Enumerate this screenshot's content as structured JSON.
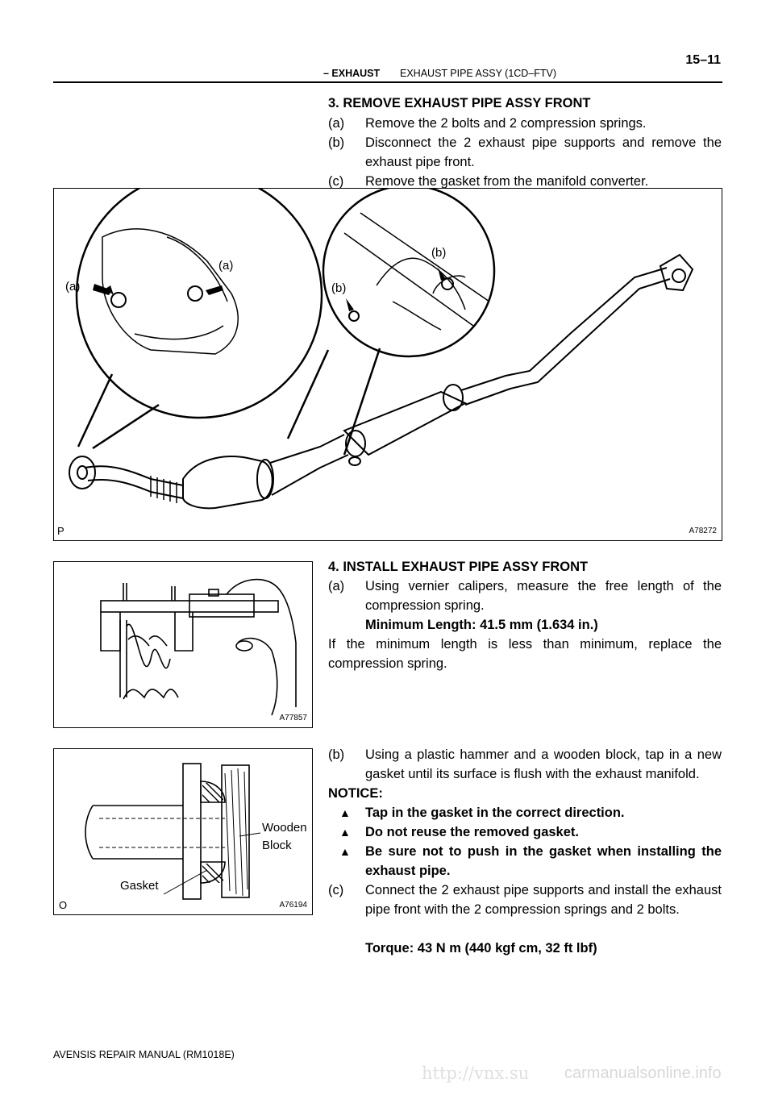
{
  "header": {
    "section": "– EXHAUST",
    "dash": "–",
    "subsection": "EXHAUST PIPE ASSY (1CD–FTV)",
    "page_number": "15–11"
  },
  "step3": {
    "title": "3.   REMOVE EXHAUST PIPE ASSY FRONT",
    "items": [
      {
        "label": "(a)",
        "text": "Remove the 2 bolts and 2 compression springs."
      },
      {
        "label": "(b)",
        "text": "Disconnect the 2 exhaust pipe supports and remove the exhaust pipe front."
      },
      {
        "label": "(c)",
        "text": "Remove the gasket from the manifold converter."
      }
    ]
  },
  "figure1": {
    "corner_mark": "P",
    "code": "A78272",
    "callouts": [
      "(a)",
      "(a)",
      "(b)",
      "(b)"
    ]
  },
  "step4": {
    "title": "4.   INSTALL EXHAUST PIPE ASSY FRONT",
    "a_label": "(a)",
    "a_text": "Using vernier calipers, measure the free length of the compression spring.",
    "a_spec": "Minimum Length: 41.5 mm (1.634 in.)",
    "note": "If the minimum length is less than minimum, replace the compression spring.",
    "b_label": "(b)",
    "b_text": "Using a plastic hammer and a wooden block, tap in a new gasket until its surface is flush with the exhaust manifold.",
    "notice_title": "NOTICE:",
    "notices": [
      "Tap in the gasket in the correct direction.",
      "Do not reuse the removed gasket.",
      "Be sure not to push in the gasket when installing the exhaust pipe."
    ],
    "c_label": "(c)",
    "c_text": "Connect the 2 exhaust pipe supports and install the exhaust pipe front with the 2 compression springs and 2 bolts.",
    "c_spec": "Torque: 43 N m (440 kgf cm, 32 ft lbf)"
  },
  "figure2": {
    "code": "A77857"
  },
  "figure3": {
    "corner_mark": "O",
    "code": "A76194",
    "label_wooden": "Wooden",
    "label_block": "Block",
    "label_gasket": "Gasket"
  },
  "footer": {
    "manual": "AVENSIS REPAIR MANUAL   (RM1018E)",
    "watermark_link": "http://vnx.su",
    "watermark_site": "carmanualsonline.info"
  }
}
